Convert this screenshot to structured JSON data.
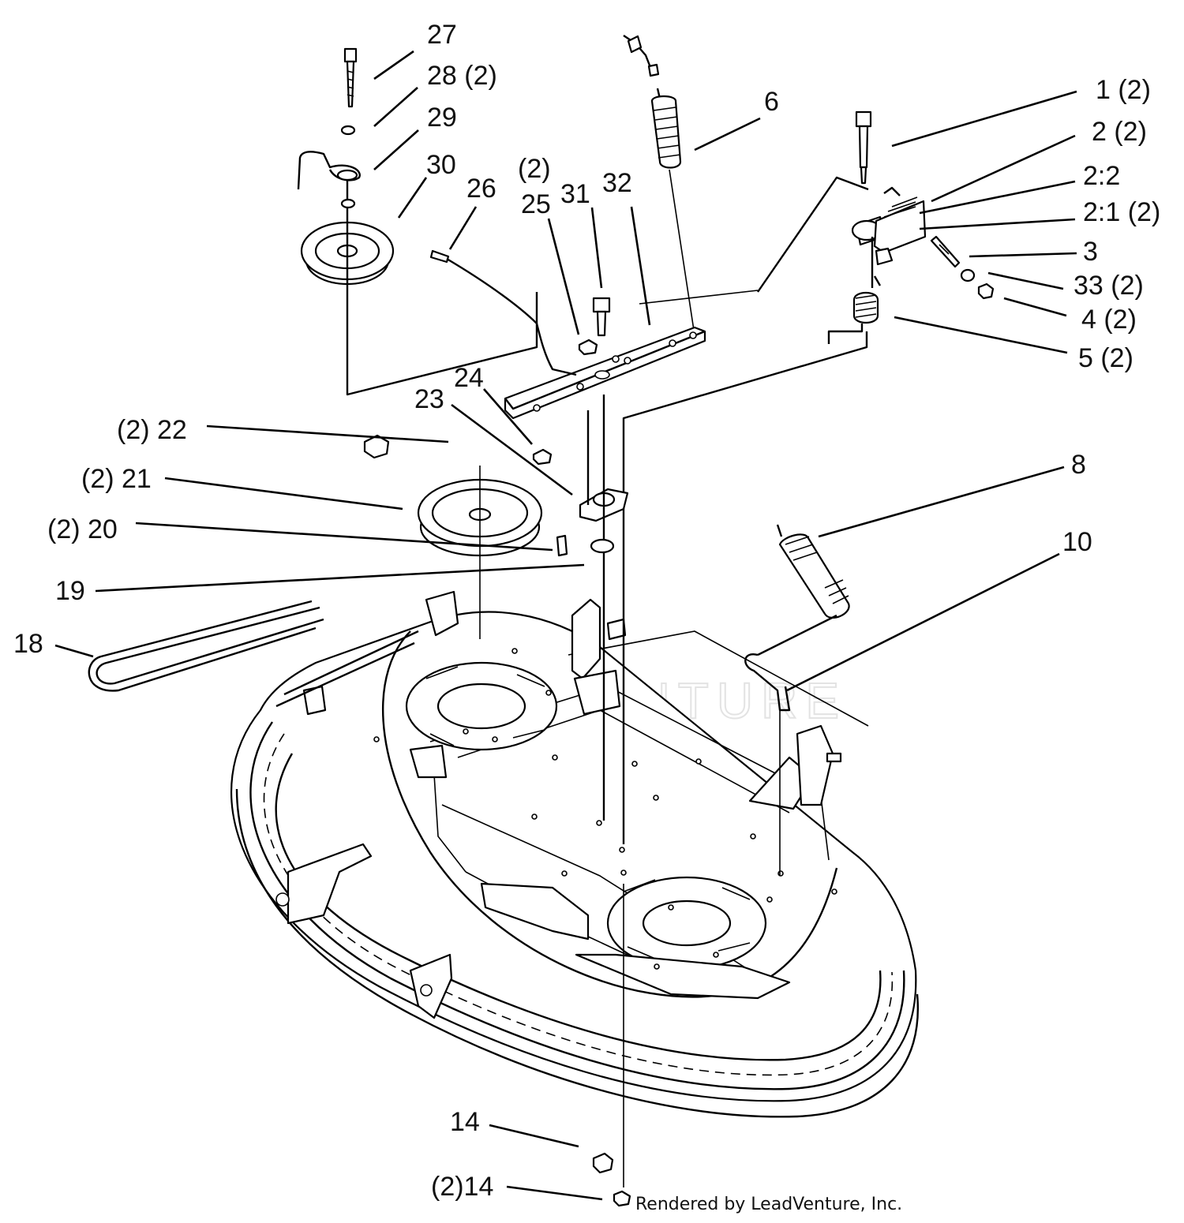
{
  "diagram": {
    "callouts": [
      {
        "id": "c27",
        "text": "27"
      },
      {
        "id": "c28",
        "text": "28  (2)"
      },
      {
        "id": "c29",
        "text": "29"
      },
      {
        "id": "c30",
        "text": "30"
      },
      {
        "id": "c26",
        "text": "26"
      },
      {
        "id": "c2a",
        "text": "(2)"
      },
      {
        "id": "c25",
        "text": "25"
      },
      {
        "id": "c31",
        "text": "31"
      },
      {
        "id": "c32",
        "text": "32"
      },
      {
        "id": "c6",
        "text": "6"
      },
      {
        "id": "c1",
        "text": "1 (2)"
      },
      {
        "id": "c2",
        "text": "2 (2)"
      },
      {
        "id": "c22b",
        "text": "2:2"
      },
      {
        "id": "c21b",
        "text": "2:1 (2)"
      },
      {
        "id": "c3",
        "text": "3"
      },
      {
        "id": "c33",
        "text": "33 (2)"
      },
      {
        "id": "c4",
        "text": "4 (2)"
      },
      {
        "id": "c5",
        "text": "5 (2)"
      },
      {
        "id": "c24",
        "text": "24"
      },
      {
        "id": "c23",
        "text": "23"
      },
      {
        "id": "c22",
        "text": "(2) 22"
      },
      {
        "id": "c21",
        "text": "(2) 21"
      },
      {
        "id": "c20",
        "text": "(2)  20"
      },
      {
        "id": "c19",
        "text": "19"
      },
      {
        "id": "c18",
        "text": "18"
      },
      {
        "id": "c8",
        "text": "8"
      },
      {
        "id": "c10",
        "text": "10"
      },
      {
        "id": "c14",
        "text": "14"
      },
      {
        "id": "c14b",
        "text": "(2)14"
      }
    ],
    "credit": "Rendered by LeadVenture, Inc.",
    "watermark": "LEADVENTURE"
  }
}
